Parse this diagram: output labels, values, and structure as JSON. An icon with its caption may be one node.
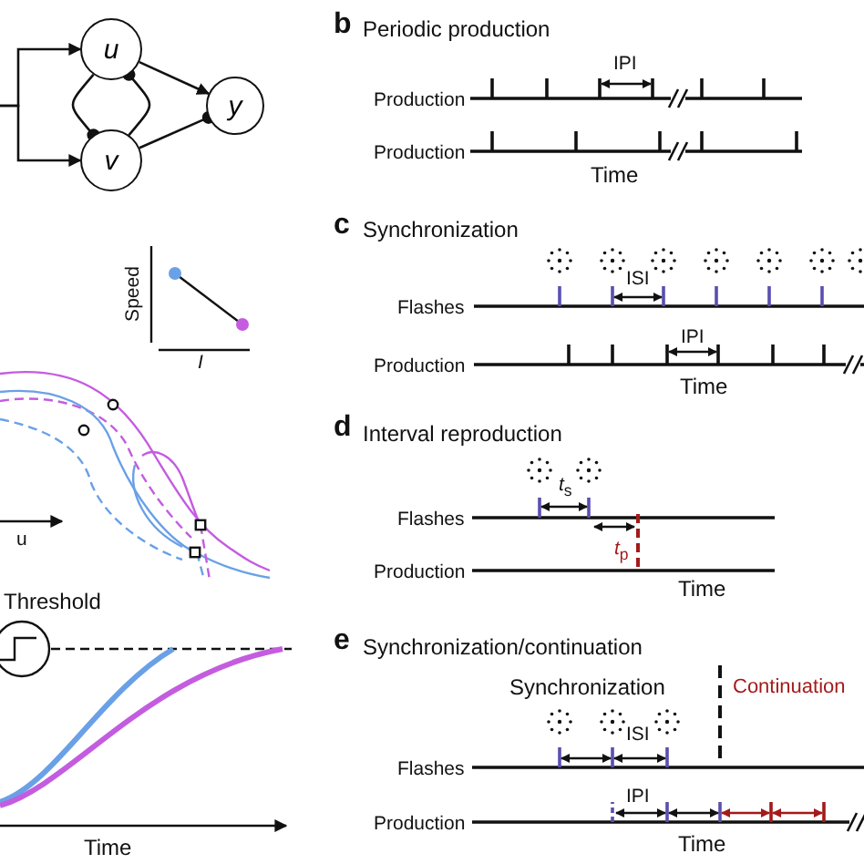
{
  "diagram": {
    "nodes": [
      {
        "text": [
          "u"
        ]
      },
      {
        "text": [
          "v"
        ]
      },
      {
        "text": [
          "y"
        ]
      }
    ],
    "edges": [
      {
        "from": null,
        "to": 0,
        "arrow": "to"
      },
      {
        "from": null,
        "to": 1,
        "arrow": "to"
      },
      {
        "from": 0,
        "to": 1,
        "arrow": "other"
      },
      {
        "from": 1,
        "to": 0,
        "arrow": "other"
      },
      {
        "from": 0,
        "to": 2,
        "arrow": "to"
      },
      {
        "from": 1,
        "to": 2,
        "arrow": "other"
      }
    ],
    "labels": [
      "Speed",
      "I",
      "u",
      "Threshold",
      "Time",
      "b",
      "Periodic production",
      "Production",
      "IPI",
      "Production",
      "Time",
      "c",
      "Synchronization",
      "ISI",
      "Flashes",
      "IPI",
      "Production",
      "Time",
      "d",
      "Interval reproduction",
      "*t*$_{s}$",
      "Flashes",
      "*t*$_{p}$",
      "Production",
      "Time",
      "e",
      "Synchronization/continuation",
      "Synchronization",
      "Continuation",
      "ISI",
      "Flashes",
      "IPI",
      "Production",
      "Time"
    ]
  }
}
